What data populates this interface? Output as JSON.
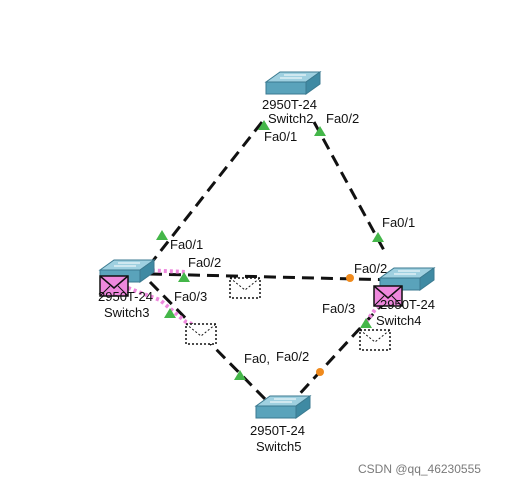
{
  "devices": {
    "switch2": {
      "model": "2950T-24",
      "name": "Switch2"
    },
    "switch3": {
      "model": "2950T-24",
      "name": "Switch3"
    },
    "switch4": {
      "model": "2950T-24",
      "name": "Switch4"
    },
    "switch5": {
      "model": "2950T-24",
      "name": "Switch5"
    }
  },
  "ports": {
    "sw2_fa01": "Fa0/1",
    "sw2_fa02": "Fa0/2",
    "sw3_fa01": "Fa0/1",
    "sw3_fa02": "Fa0/2",
    "sw3_fa03": "Fa0/3",
    "sw4_fa01": "Fa0/1",
    "sw4_fa02": "Fa0/2",
    "sw4_fa03": "Fa0/3",
    "sw5_fa01": "Fa0,",
    "sw5_fa02": "Fa0/2"
  },
  "colors": {
    "link": "#111111",
    "port_up": "#44b649",
    "port_blocked": "#f08a1c",
    "switch_top": "#8ec3d6",
    "switch_side": "#4a8fa6",
    "packet_highlight": "#ee88dd",
    "envelope_fill": "#ee88dd"
  },
  "watermark": "CSDN @qq_46230555"
}
